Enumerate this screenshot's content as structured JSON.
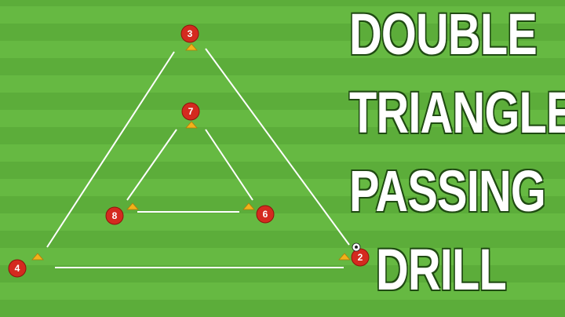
{
  "title": {
    "lines": [
      "DOUBLE",
      "TRIANGLE",
      "PASSING",
      "DRILL"
    ]
  },
  "diagram": {
    "players": [
      {
        "label": "3",
        "role": "outer-top"
      },
      {
        "label": "7",
        "role": "inner-top"
      },
      {
        "label": "8",
        "role": "inner-left"
      },
      {
        "label": "6",
        "role": "inner-right"
      },
      {
        "label": "4",
        "role": "outer-left"
      },
      {
        "label": "2",
        "role": "outer-right"
      }
    ],
    "colors": {
      "pitch_light": "#66b942",
      "pitch_dark": "#5cad3a",
      "player": "#d42a1f",
      "cone": "#f2b21a",
      "line": "#ffffff",
      "title_text": "#ffffff"
    },
    "icons": [
      "cone-icon",
      "football-icon"
    ]
  }
}
